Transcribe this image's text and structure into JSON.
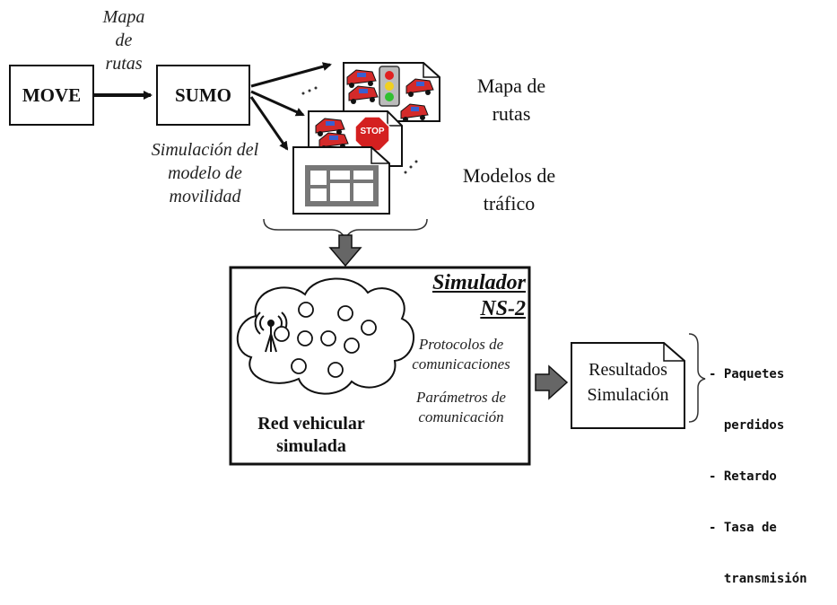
{
  "diagram": {
    "move_label": "MOVE",
    "sumo_label": "SUMO",
    "mapa_de_rutas_top": [
      "Mapa",
      "de",
      "rutas"
    ],
    "simulacion_modelo": [
      "Simulación del",
      "modelo de",
      "movilidad"
    ],
    "mapa_de_rutas_right": [
      "Mapa de",
      "rutas"
    ],
    "modelos_trafico": [
      "Modelos de",
      "tráfico"
    ],
    "stop_sign": "STOP",
    "simulator_title": [
      "Simulador",
      "NS-2"
    ],
    "protocolos": [
      "Protocolos de",
      "comunicaciones"
    ],
    "parametros": [
      "Parámetros de",
      "comunicación"
    ],
    "red_vehicular": [
      "Red vehicular",
      "simulada"
    ],
    "resultados": [
      "Resultados",
      "Simulación"
    ],
    "outputs": [
      "- Paquetes",
      "  perdidos",
      "- Retardo",
      "- Tasa de",
      "  transmisión"
    ]
  }
}
